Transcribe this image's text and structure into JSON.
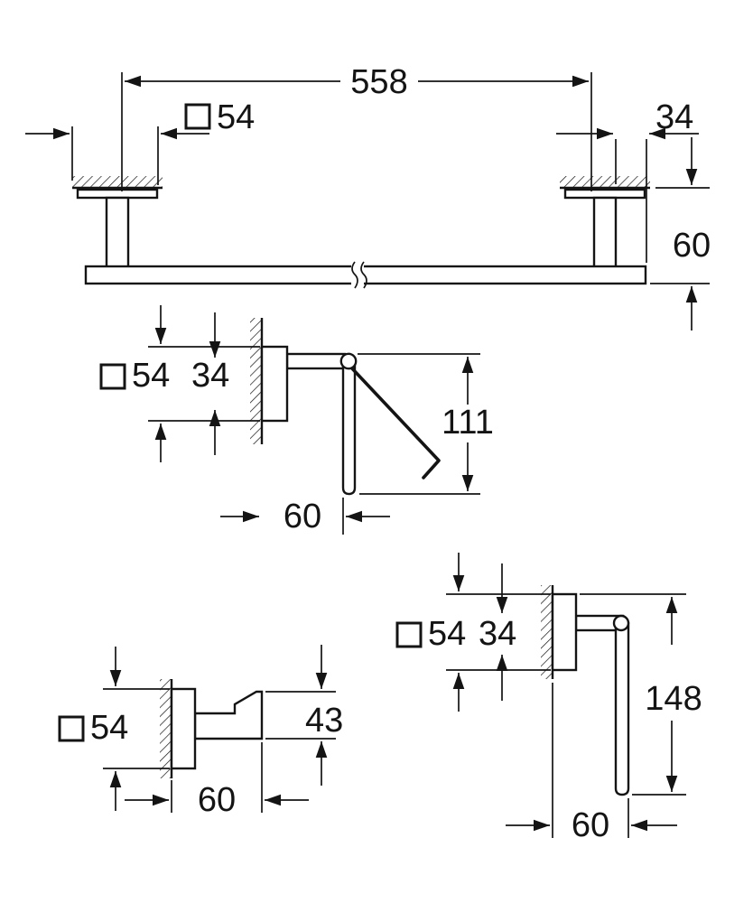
{
  "drawing": {
    "background": "#ffffff",
    "ink": "#141414",
    "views": [
      {
        "id": "towel-rail-front",
        "dims": {
          "length": "558",
          "plate_width": "54",
          "end_offset": "34",
          "drop_height": "60"
        }
      },
      {
        "id": "paper-holder-side",
        "dims": {
          "plate_width": "54",
          "inner_width": "34",
          "height": "111",
          "depth": "60"
        }
      },
      {
        "id": "hook-side",
        "dims": {
          "plate_width": "54",
          "height": "43",
          "depth": "60"
        }
      },
      {
        "id": "towel-holder-side",
        "dims": {
          "plate_width": "54",
          "inner_width": "34",
          "height": "148",
          "depth": "60"
        }
      }
    ]
  }
}
